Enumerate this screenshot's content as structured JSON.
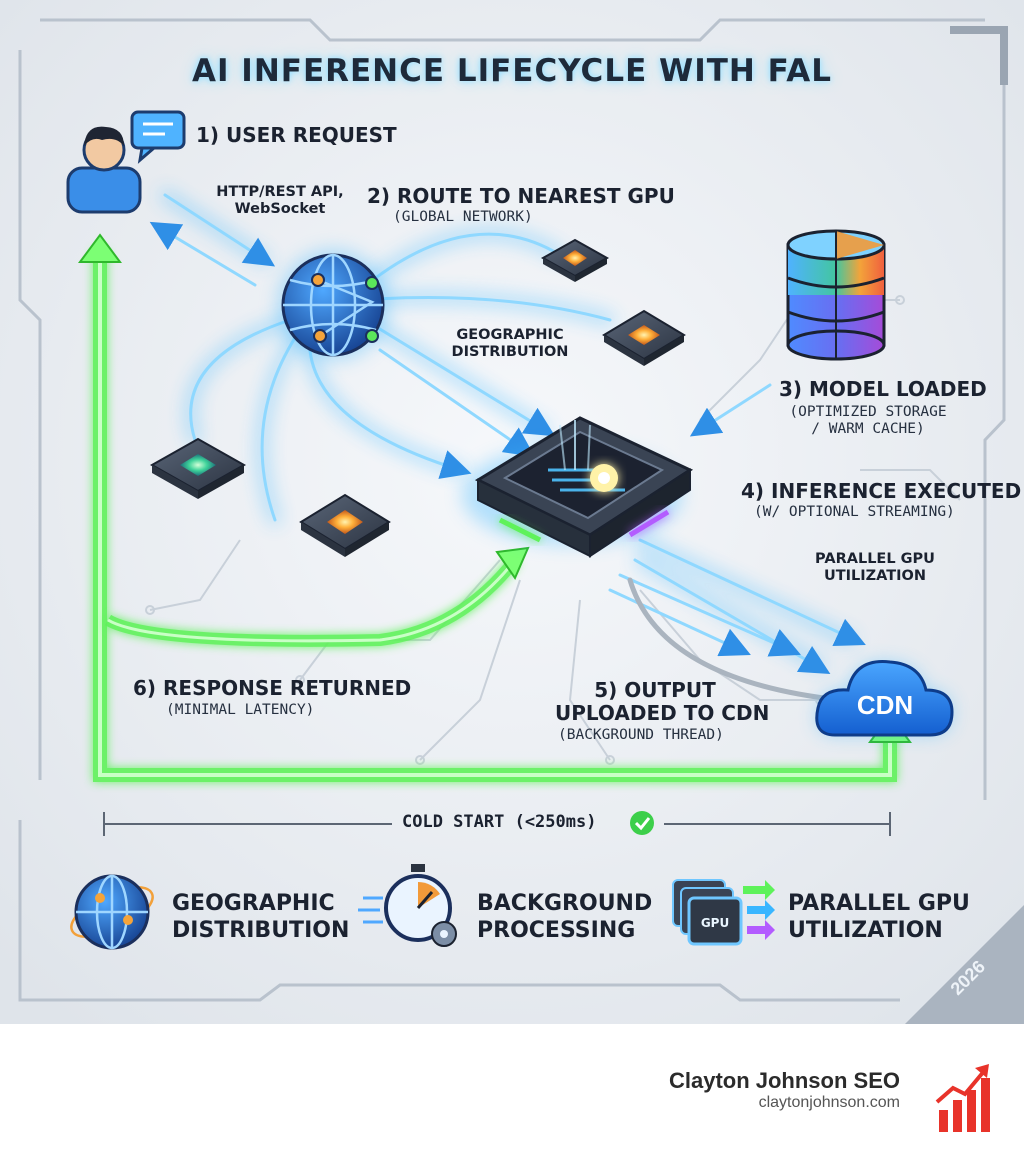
{
  "title": "AI INFERENCE LIFECYCLE WITH FAL",
  "steps": {
    "user_request": "1) USER REQUEST",
    "protocol_line1": "HTTP/REST API,",
    "protocol_line2": "WebSocket",
    "route": "2) ROUTE TO NEAREST GPU",
    "route_sub": "(GLOBAL NETWORK)",
    "geo_line1": "GEOGRAPHIC",
    "geo_line2": "DISTRIBUTION",
    "model_loaded": "3) MODEL LOADED",
    "model_sub1": "(OPTIMIZED STORAGE",
    "model_sub2": "/ WARM CACHE)",
    "inference": "4) INFERENCE EXECUTED",
    "inference_sub": "(W/ OPTIONAL STREAMING)",
    "parallel_line1": "PARALLEL GPU",
    "parallel_line2": "UTILIZATION",
    "output_line1": "5) OUTPUT",
    "output_line2": "UPLOADED TO CDN",
    "output_sub": "(BACKGROUND THREAD)",
    "response": "6) RESPONSE RETURNED",
    "response_sub": "(MINIMAL LATENCY)"
  },
  "cdn_label": "CDN",
  "cold_start": "COLD START (<250ms)",
  "features": [
    {
      "icon": "globe-icon",
      "line1": "GEOGRAPHIC",
      "line2": "DISTRIBUTION"
    },
    {
      "icon": "stopwatch-gear-icon",
      "line1": "BACKGROUND",
      "line2": "PROCESSING"
    },
    {
      "icon": "gpu-stack-icon",
      "line1": "PARALLEL GPU",
      "line2": "UTILIZATION"
    }
  ],
  "gpu_chip_label": "GPU",
  "year_badge": "2026",
  "brand": {
    "name": "Clayton Johnson SEO",
    "url": "claytonjohnson.com"
  },
  "colors": {
    "background": "#e9edf2",
    "flow_blue": "#39b6ff",
    "return_green": "#5ef25a",
    "title_glow": "#8fdcff",
    "cdn_blue": "#1f78e8",
    "brand_red": "#e8332a"
  }
}
